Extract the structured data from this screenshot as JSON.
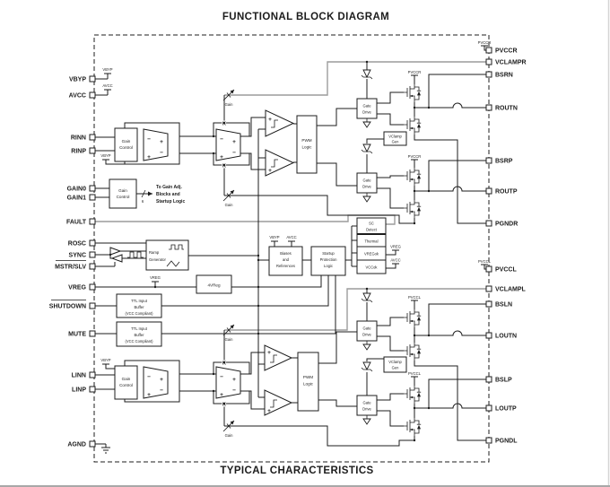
{
  "titles": {
    "top": "FUNCTIONAL BLOCK DIAGRAM",
    "bottom": "TYPICAL CHARACTERISTICS"
  },
  "pins": {
    "left": [
      {
        "label": "VBYP"
      },
      {
        "label": "AVCC"
      },
      {
        "label": "RINN"
      },
      {
        "label": "RINP"
      },
      {
        "label": "GAIN0"
      },
      {
        "label": "GAIN1"
      },
      {
        "label": "FAULT"
      },
      {
        "label": "ROSC"
      },
      {
        "label": "SYNC"
      },
      {
        "label": "MSTR/SLV"
      },
      {
        "label": "VREG"
      },
      {
        "label": "SHUTDOWN"
      },
      {
        "label": "MUTE"
      },
      {
        "label": "LINN"
      },
      {
        "label": "LINP"
      },
      {
        "label": "AGND"
      }
    ],
    "right": [
      {
        "label": "PVCCR"
      },
      {
        "label": "VCLAMPR"
      },
      {
        "label": "BSRN"
      },
      {
        "label": "ROUTN"
      },
      {
        "label": "BSRP"
      },
      {
        "label": "ROUTP"
      },
      {
        "label": "PGNDR"
      },
      {
        "label": "PVCCL"
      },
      {
        "label": "VCLAMPL"
      },
      {
        "label": "BSLN"
      },
      {
        "label": "LOUTN"
      },
      {
        "label": "BSLP"
      },
      {
        "label": "LOUTP"
      },
      {
        "label": "PGNDL"
      }
    ]
  },
  "flags": {
    "vbyp": "VBYP",
    "avcc": "AVCC",
    "vreg": "VREG",
    "pvccr": "PVCCR",
    "pvccl": "PVCCL"
  },
  "blocks": {
    "gain_control": [
      "Gain",
      "Control"
    ],
    "gain_note": [
      "To Gain Adj.",
      "Blocks and",
      "Startup Logic"
    ],
    "bus_width": "6",
    "ramp_generator": [
      "Ramp",
      "Generator"
    ],
    "reg_4v": "4VReg",
    "ttl_buffer": [
      "TTL Input",
      "Buffer",
      "(VCC Compliant)"
    ],
    "biases": [
      "Biases",
      "and",
      "References"
    ],
    "startup": [
      "Startup",
      "Protection",
      "Logic"
    ],
    "protection": {
      "sc": [
        "SC",
        "Detect"
      ],
      "thermal": "Thermal",
      "vregok": "VREGok",
      "vccok": "VCCok"
    },
    "pwm_logic": [
      "PWM",
      "Logic"
    ],
    "gate_drive": [
      "Gate",
      "Drive"
    ],
    "vclamp_gen": [
      "VClamp",
      "Gen"
    ],
    "gain": "Gain",
    "k": "K"
  },
  "signs": {
    "plus": "+",
    "minus": "−"
  },
  "colors": {
    "line": "#1c1c1c",
    "gray": "#9c9c9c",
    "background": "#ffffff"
  }
}
